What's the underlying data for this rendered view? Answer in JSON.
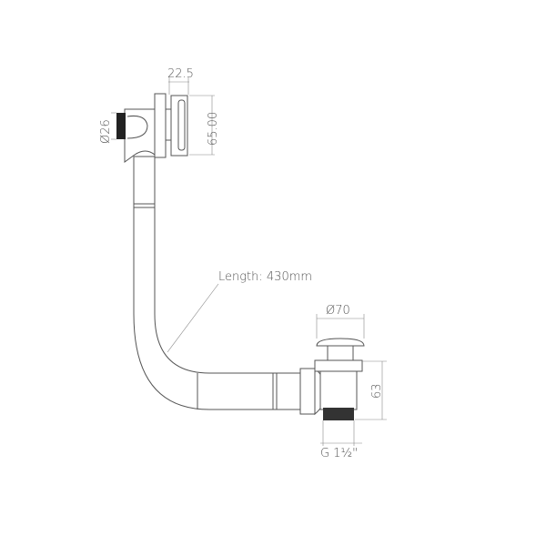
{
  "labels": {
    "overflow_width": "22.5",
    "overflow_height": "65.00",
    "overflow_diameter": "Ø26",
    "length": "Length: 430mm",
    "waste_diameter": "Ø70",
    "waste_height": "63",
    "thread": "G 1½\""
  }
}
